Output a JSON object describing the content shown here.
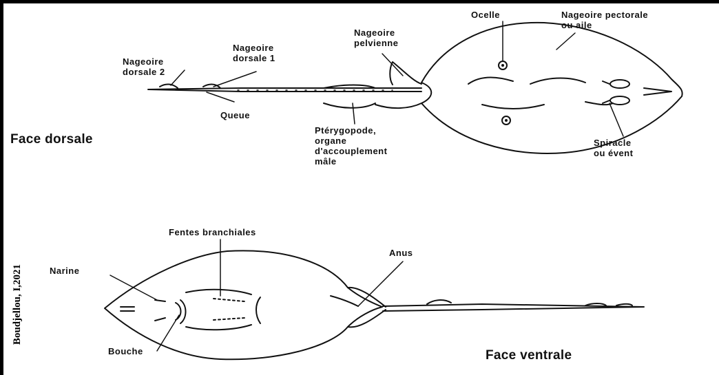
{
  "dorsal": {
    "title": "Face dorsale",
    "labels": {
      "ocelle": "Ocelle",
      "pectorale": "Nageoire pectorale\nou aile",
      "pelvienne": "Nageoire\npelvienne",
      "dorsale1": "Nageoire\ndorsale 1",
      "dorsale2": "Nageoire\ndorsale 2",
      "queue": "Queue",
      "pterygopode": "Ptérygopode,\norgane\nd'accouplement\nmâle",
      "spiracle": "Spiracle\nou évent"
    }
  },
  "ventral": {
    "title": "Face ventrale",
    "labels": {
      "fentes": "Fentes branchiales",
      "narine": "Narine",
      "bouche": "Bouche",
      "anus": "Anus"
    }
  },
  "credit": "Boudjellou, I,2021"
}
